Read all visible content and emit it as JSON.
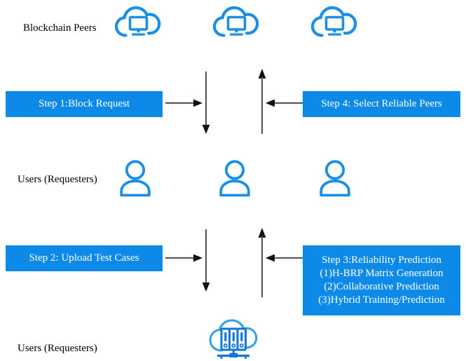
{
  "diagram": {
    "title_text_color": "#000000",
    "accent_blue": "#0d8ae8",
    "arrow_gray": "#595959",
    "background": "#ffffff",
    "rows": {
      "blockchain_peers_label": "Blockchain Peers",
      "users_requesters_label_mid": "Users (Requesters)",
      "users_requesters_label_bottom": "Users (Requesters)"
    },
    "steps": {
      "step1": {
        "lines": [
          "Step 1:Block Request"
        ]
      },
      "step2": {
        "lines": [
          "Step 2: Upload Test Cases"
        ]
      },
      "step3": {
        "lines": [
          "Step 3:Reliability Prediction",
          "(1)H-BRP Matrix Generation",
          "(2)Collaborative Prediction",
          "(3)Hybrid Training/Prediction"
        ]
      },
      "step4": {
        "lines": [
          "Step 4: Select Reliable Peers"
        ]
      }
    },
    "icons": {
      "cloud_monitor": "cloud-monitor-icon",
      "user_person": "user-person-icon",
      "cloud_server": "cloud-server-icon"
    },
    "arrows": {
      "step1_right": "arrow-right",
      "down_upper": "arrow-down",
      "up_upper": "arrow-up",
      "step4_left": "arrow-left",
      "step2_right": "arrow-right",
      "down_lower": "arrow-down",
      "up_lower": "arrow-up",
      "step3_left": "arrow-left"
    }
  }
}
